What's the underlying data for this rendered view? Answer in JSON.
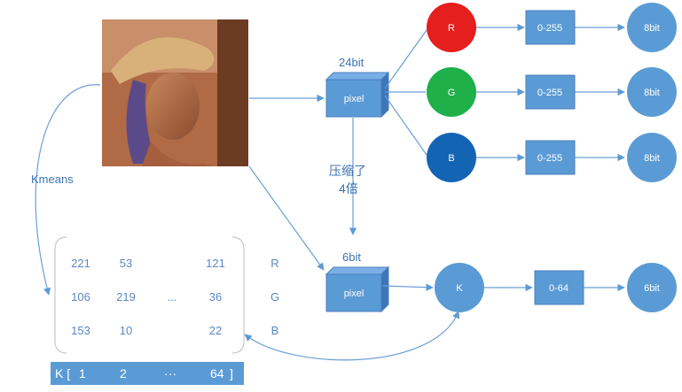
{
  "pixel_top": {
    "label": "pixel",
    "bits": "24bit"
  },
  "pixel_bottom": {
    "label": "pixel",
    "bits": "6bit"
  },
  "compress_label": [
    "压缩了",
    "4倍"
  ],
  "kmeans_label": "Kmeans",
  "channels": [
    {
      "name": "R",
      "range": "0-255",
      "bits": "8bit",
      "color": "#e51e1e"
    },
    {
      "name": "G",
      "range": "0-255",
      "bits": "8bit",
      "color": "#1fb04a"
    },
    {
      "name": "B",
      "range": "0-255",
      "bits": "8bit",
      "color": "#1464b4"
    }
  ],
  "k_node": {
    "name": "K",
    "range": "0-64",
    "bits": "6bit"
  },
  "matrix": {
    "rows": [
      [
        "221",
        "53",
        "",
        "121"
      ],
      [
        "106",
        "219",
        "...",
        "36"
      ],
      [
        "153",
        "10",
        "",
        "22"
      ]
    ],
    "row_labels": [
      "R",
      "G",
      "B"
    ]
  },
  "k_index": {
    "prefix": "K [",
    "items": [
      "1",
      "2",
      "···",
      "64"
    ],
    "suffix": "]"
  },
  "colors": {
    "accent": "#5b9bd5",
    "text": "#3d73b0",
    "line": "#6a9fd8"
  }
}
